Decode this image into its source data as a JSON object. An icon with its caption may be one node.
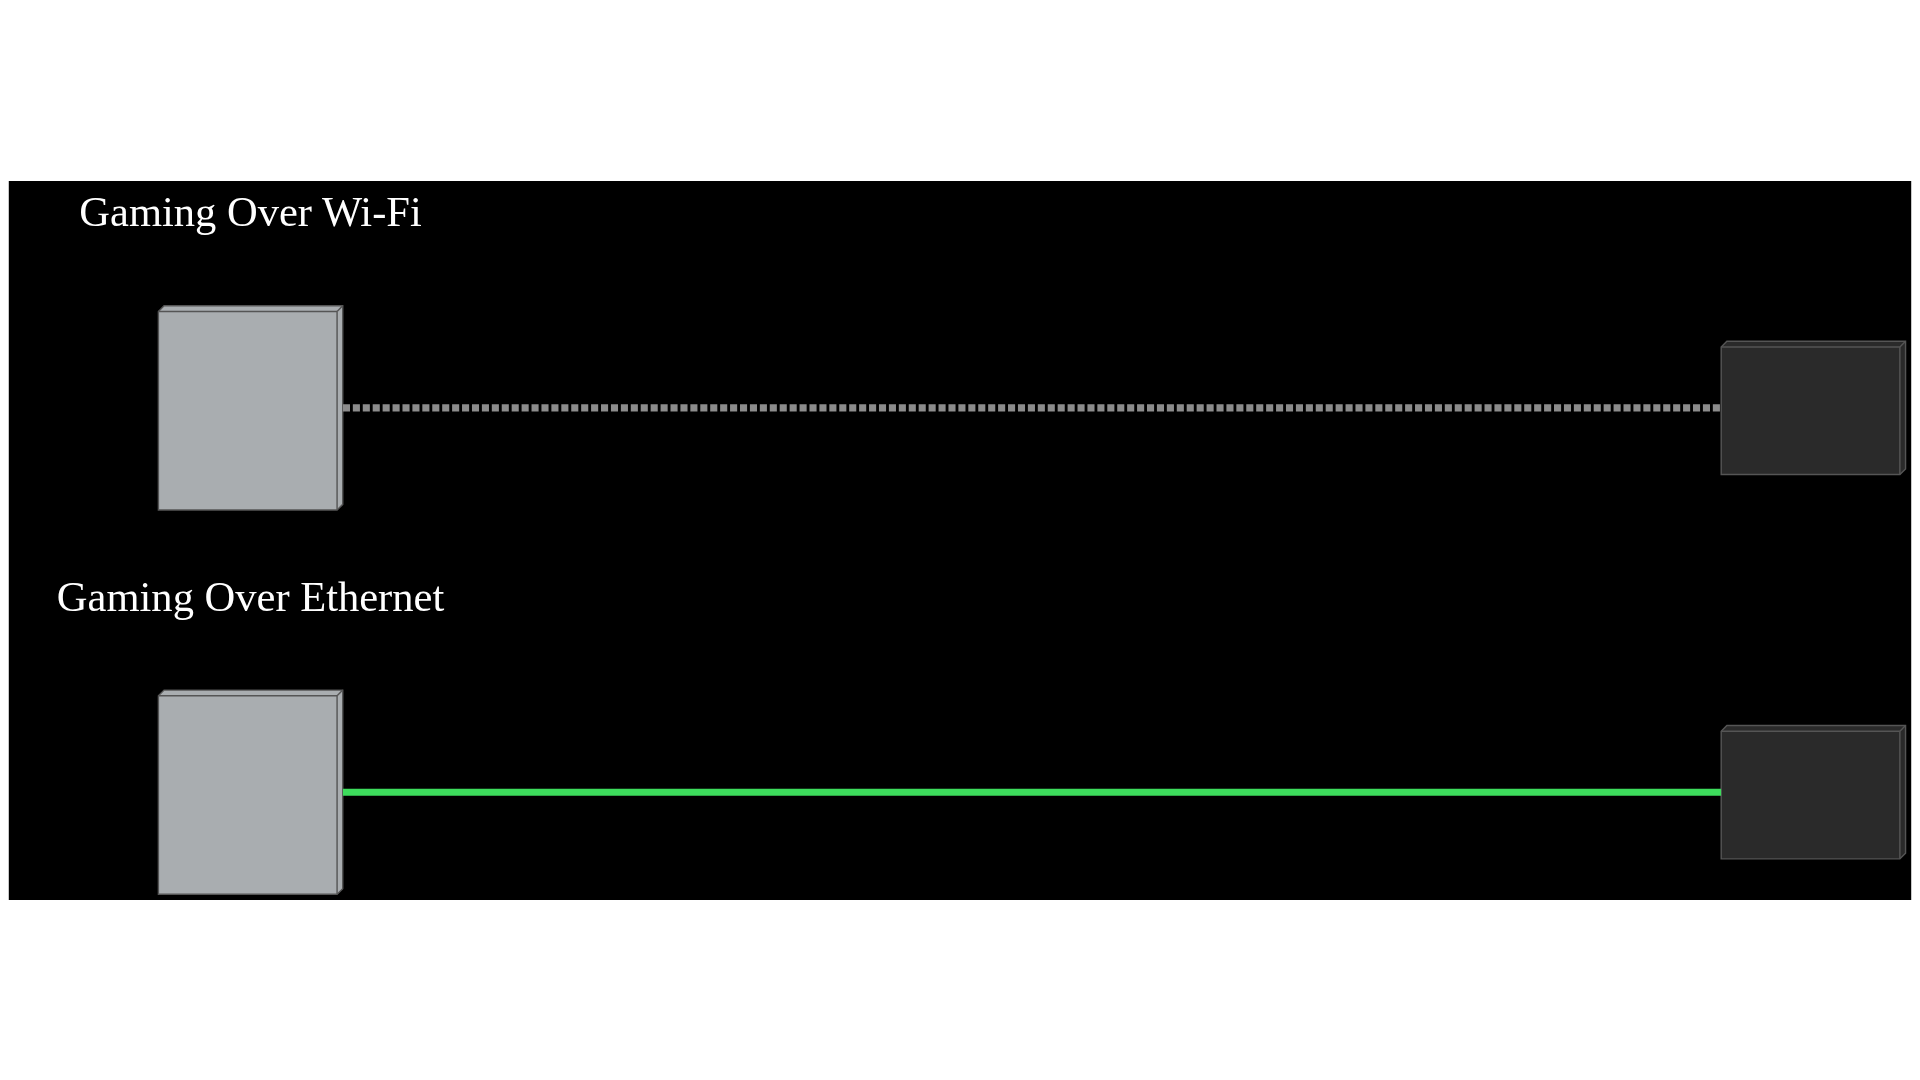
{
  "diagram": {
    "nodes": [
      {
        "text": [],
        "shape": "picture"
      },
      {
        "text": [],
        "shape": "picture"
      },
      {
        "text": [],
        "shape": "picture"
      },
      {
        "text": [],
        "shape": "picture"
      }
    ],
    "edges": [
      {
        "from": 0,
        "to": 1,
        "arrow": "none",
        "style": "dashed",
        "color": "#8c8c8c"
      },
      {
        "from": 2,
        "to": 3,
        "arrow": "none",
        "color": "#3ddc5c"
      }
    ],
    "labels": [
      "Gaming Over Wi-Fi",
      "Gaming Over Ethernet"
    ]
  }
}
